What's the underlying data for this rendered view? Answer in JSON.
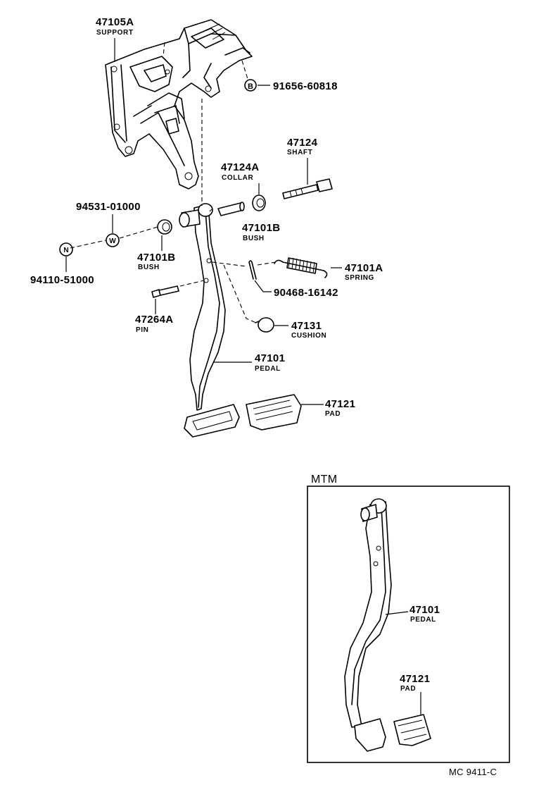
{
  "callouts": {
    "support": {
      "part_number": "47105A",
      "name": "SUPPORT"
    },
    "bolt": {
      "symbol": "B",
      "part_number": "91656-60818"
    },
    "shaft": {
      "part_number": "47124",
      "name": "SHAFT"
    },
    "collar": {
      "part_number": "47124A",
      "name": "COLLAR"
    },
    "washer": {
      "symbol": "W",
      "part_number": "94531-01000"
    },
    "bush_right": {
      "part_number": "47101B",
      "name": "BUSH"
    },
    "nut": {
      "symbol": "N",
      "part_number": "94110-51000"
    },
    "bush_left": {
      "part_number": "47101B",
      "name": "BUSH"
    },
    "spring": {
      "part_number": "47101A",
      "name": "SPRING"
    },
    "clip": {
      "part_number": "90468-16142"
    },
    "pin": {
      "part_number": "47264A",
      "name": "PIN"
    },
    "cushion": {
      "part_number": "47131",
      "name": "CUSHION"
    },
    "pedal": {
      "part_number": "47101",
      "name": "PEDAL"
    },
    "pad": {
      "part_number": "47121",
      "name": "PAD"
    }
  },
  "inset": {
    "title": "MTM",
    "pedal": {
      "part_number": "47101",
      "name": "PEDAL"
    },
    "pad": {
      "part_number": "47121",
      "name": "PAD"
    }
  },
  "figure_code": "MC 9411-C"
}
